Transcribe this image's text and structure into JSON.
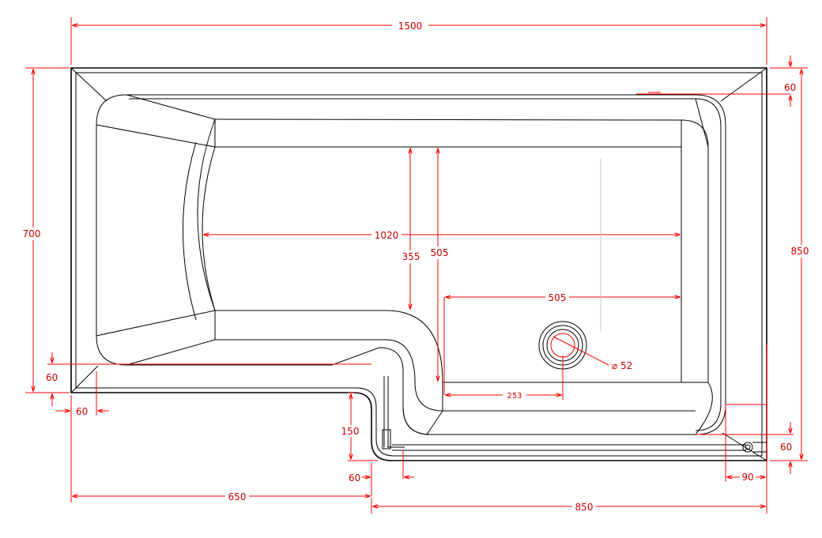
{
  "drawing": {
    "stroke_color": "#000000",
    "dimension_color": "#ff0000"
  },
  "dimensions": {
    "overall_width": "1500",
    "overall_depth_left": "700",
    "overall_depth_right": "850",
    "basin_length": "1020",
    "basin_inner_depth": "355",
    "basin_depth": "505",
    "right_basin_width": "505",
    "waste_offset": "253",
    "waste_diameter": "⌀ 52",
    "rim_top_right": "60",
    "rim_left_side": "60",
    "rim_left_bottom": "60",
    "step_depth": "150",
    "step_rim": "60",
    "rim_bottom_right": "60",
    "corner_offset": "90",
    "left_section_width": "650",
    "right_section_width": "850"
  }
}
